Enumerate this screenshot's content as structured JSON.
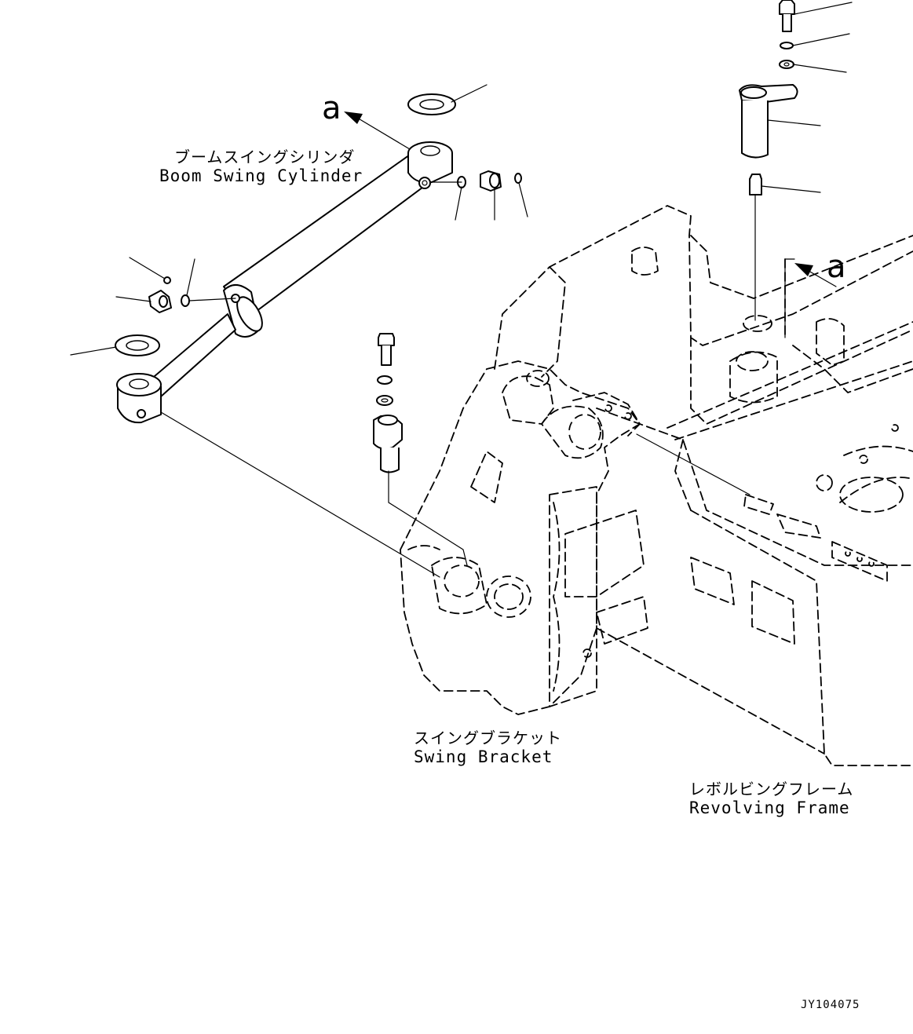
{
  "labels": {
    "boom_swing_cylinder_jp": "ブームスイングシリンダ",
    "boom_swing_cylinder_en": "Boom Swing Cylinder",
    "swing_bracket_jp": "スイングブラケット",
    "swing_bracket_en": "Swing Bracket",
    "revolving_frame_jp": "レボルビングフレーム",
    "revolving_frame_en": "Revolving Frame",
    "view_marker_left": "a",
    "view_marker_right": "a",
    "drawing_code": "JY104075"
  }
}
